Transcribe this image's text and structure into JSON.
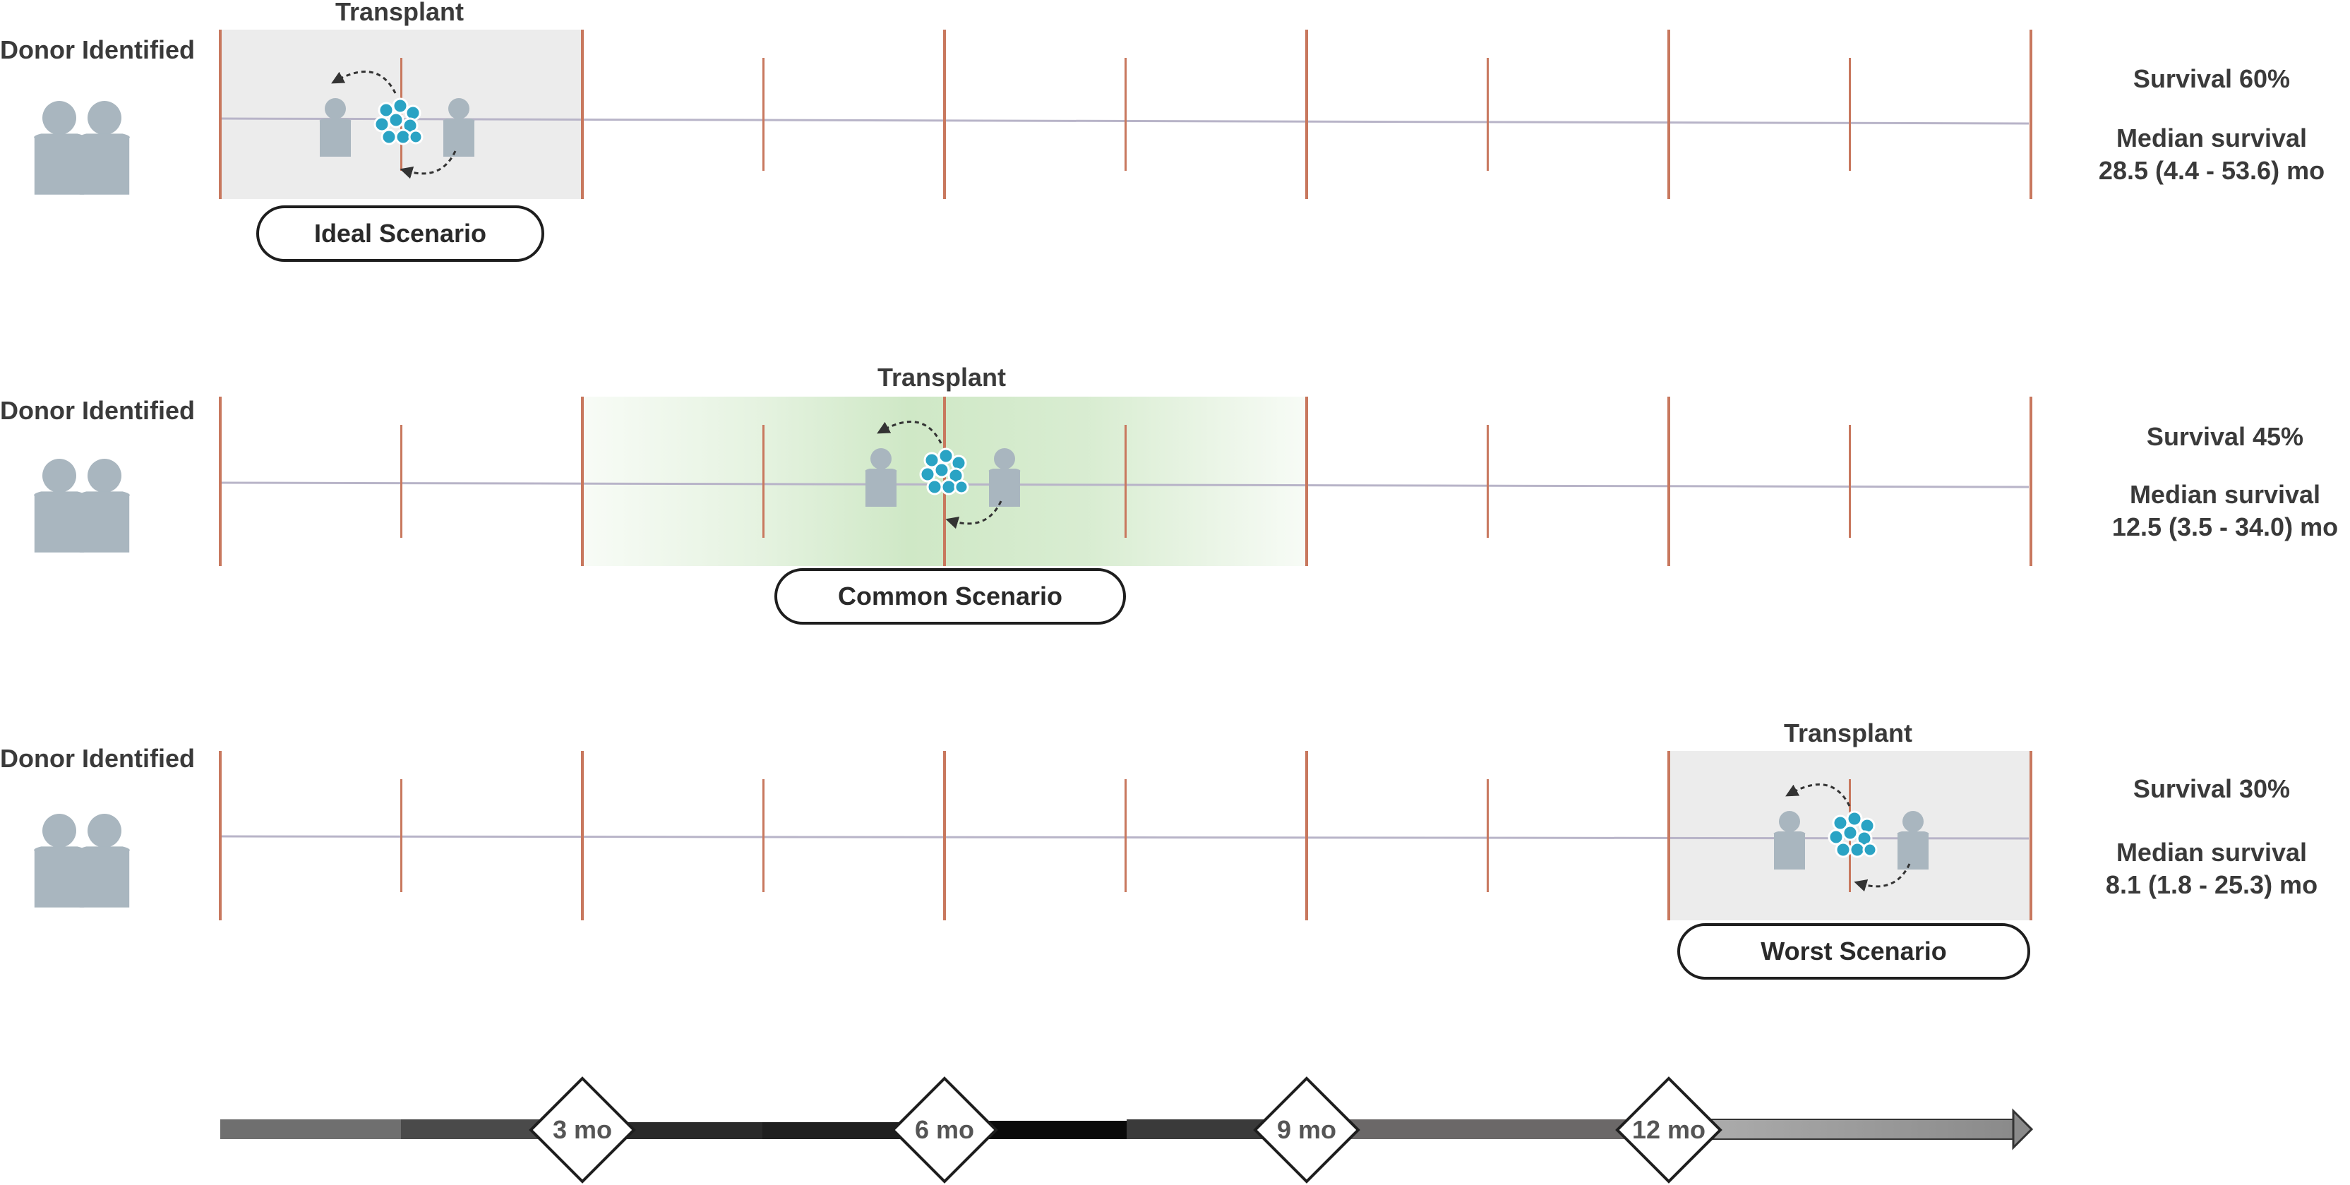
{
  "scenarios": [
    {
      "donor_label": "Donor Identified",
      "transplant_label": "Transplant",
      "scenario_label": "Ideal Scenario",
      "survival": "Survival 60%",
      "median_label": "Median survival",
      "median_value": "28.5 (4.4 - 53.6) mo",
      "shading_color": "#ececec"
    },
    {
      "donor_label": "Donor Identified",
      "transplant_label": "Transplant",
      "scenario_label": "Common Scenario",
      "survival": "Survival 45%",
      "median_label": "Median survival",
      "median_value": "12.5 (3.5 - 34.0) mo",
      "shading_color": "#cfe8c6"
    },
    {
      "donor_label": "Donor Identified",
      "transplant_label": "Transplant",
      "scenario_label": "Worst Scenario",
      "survival": "Survival 30%",
      "median_label": "Median survival",
      "median_value": "8.1 (1.8 - 25.3) mo",
      "shading_color": "#ececec"
    }
  ],
  "timeline": {
    "markers": [
      "3 mo",
      "6 mo",
      "9 mo",
      "12 mo"
    ]
  },
  "colors": {
    "tick": "#c8785e",
    "baseline": "#b8b4c8",
    "person": "#a9b6bf",
    "cell": "#2aa3c4",
    "arrow": "#333333"
  }
}
